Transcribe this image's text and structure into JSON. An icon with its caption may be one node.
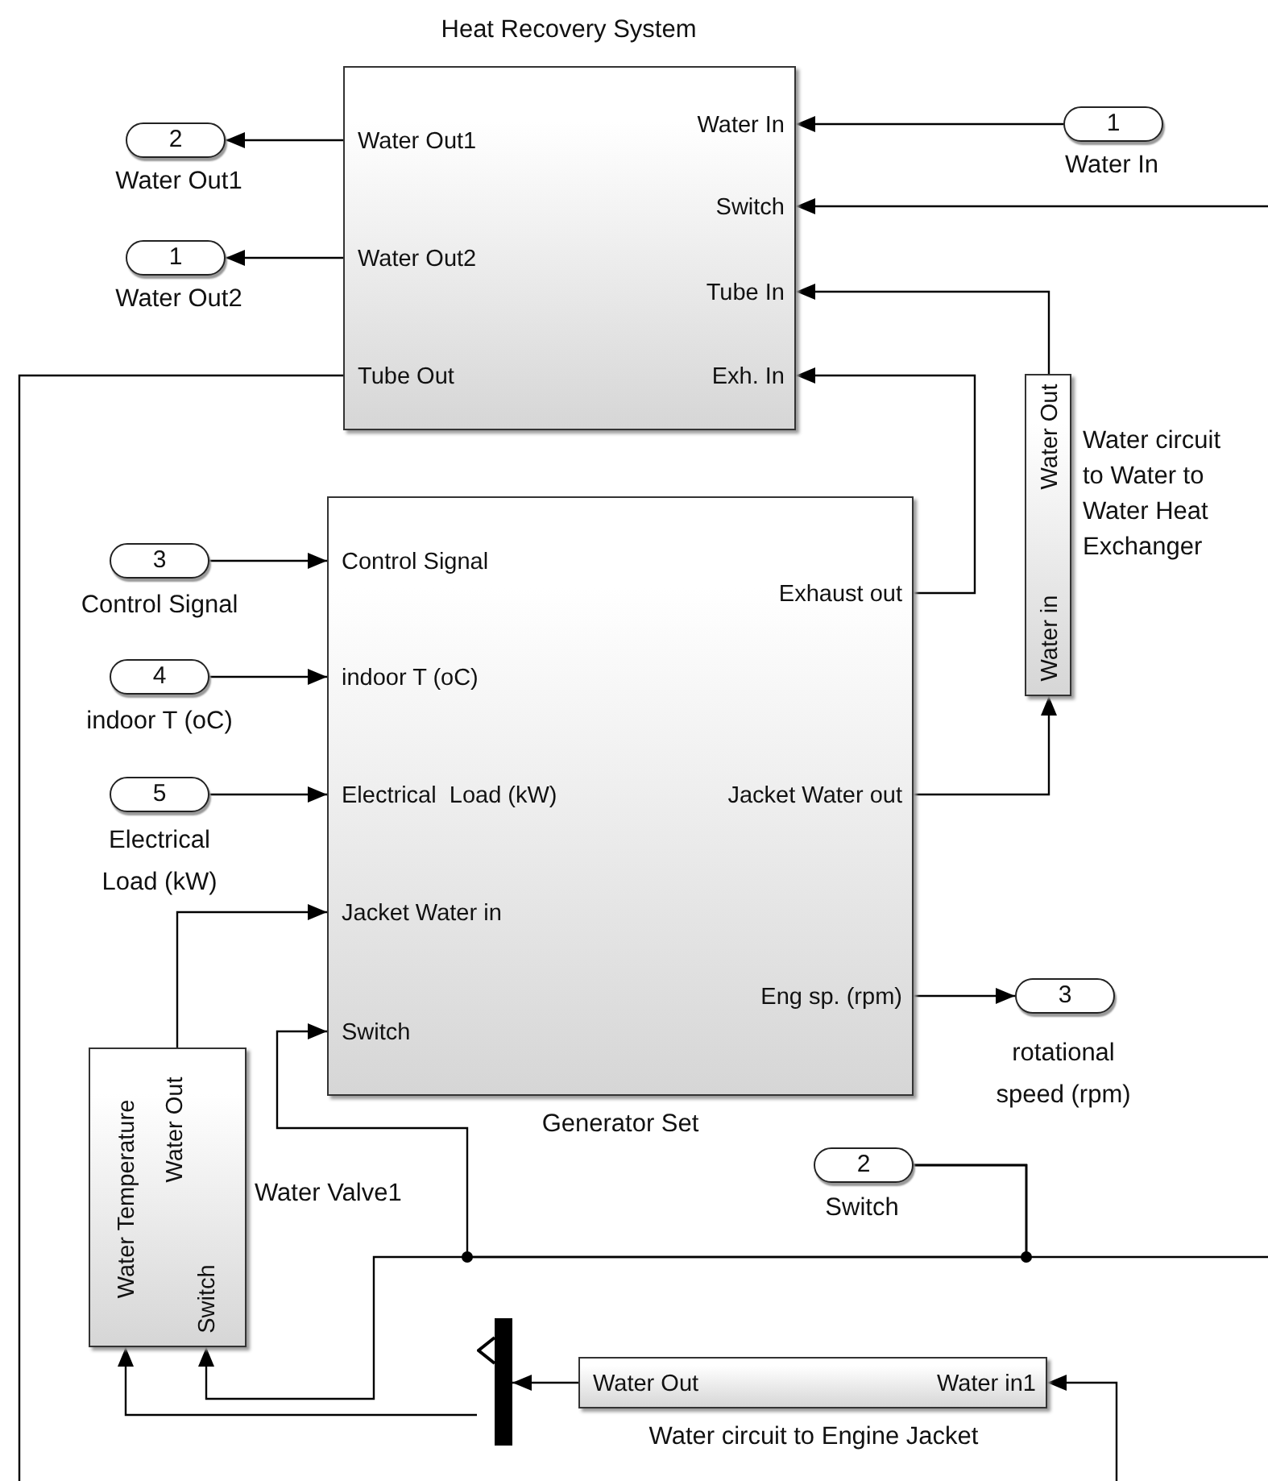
{
  "diagram": {
    "nodes": [
      {
        "text": [
          "Water Out1",
          "Water Out2",
          "Tube Out",
          "Water In",
          "Switch",
          "Tube In",
          "Exh. In"
        ],
        "beside": [
          "Heat Recovery System"
        ]
      },
      {
        "text": [
          "2"
        ],
        "beside": [
          "Water Out1"
        ]
      },
      {
        "text": [
          "1"
        ],
        "beside": [
          "Water Out2"
        ]
      },
      {
        "text": [
          "1"
        ],
        "beside": [
          "Water In"
        ]
      },
      {
        "text": [
          "Water Out",
          "Water in"
        ],
        "beside": [
          "Water circuit to Water to Water Heat Exchanger"
        ]
      },
      {
        "text": [
          "Control Signal",
          "indoor T (oC)",
          "Electrical  Load (kW)",
          "Jacket Water in",
          "Switch",
          "Exhaust out",
          "Jacket Water out",
          "Eng sp. (rpm)"
        ],
        "beside": [
          "Generator Set"
        ]
      },
      {
        "text": [
          "3"
        ],
        "beside": [
          "Control Signal"
        ]
      },
      {
        "text": [
          "4"
        ],
        "beside": [
          "indoor T (oC)"
        ]
      },
      {
        "text": [
          "5"
        ],
        "beside": [
          "Electrical Load (kW)"
        ]
      },
      {
        "text": [
          "3"
        ],
        "beside": [
          "rotational speed (rpm)"
        ]
      },
      {
        "text": [
          "Water Temperature",
          "Water Out",
          "Switch"
        ],
        "beside": [
          "Water Valve1"
        ]
      },
      {
        "text": [
          "2"
        ],
        "beside": [
          "Switch"
        ]
      },
      {
        "text": [],
        "shape": "bar"
      },
      {
        "text": [
          "Water Out",
          "Water in1"
        ],
        "beside": [
          "Water circuit to Engine Jacket"
        ]
      }
    ],
    "edges": [
      {
        "from": 0,
        "to": 1,
        "arrow": "to"
      },
      {
        "from": 0,
        "to": 2,
        "arrow": "to"
      },
      {
        "from": 3,
        "to": 0,
        "arrow": "to"
      },
      {
        "from": null,
        "to": 0,
        "arrow": "to"
      },
      {
        "from": 0,
        "to": null,
        "arrow": "none"
      },
      {
        "from": 5,
        "to": 0,
        "arrow": "to"
      },
      {
        "from": 4,
        "to": 0,
        "arrow": "to"
      },
      {
        "from": 5,
        "to": 4,
        "arrow": "to"
      },
      {
        "from": 6,
        "to": 5,
        "arrow": "to"
      },
      {
        "from": 7,
        "to": 5,
        "arrow": "to"
      },
      {
        "from": 8,
        "to": 5,
        "arrow": "to"
      },
      {
        "from": 5,
        "to": 9,
        "arrow": "to"
      },
      {
        "from": 10,
        "to": 5,
        "arrow": "to"
      },
      {
        "from": 11,
        "to": 5,
        "arrow": "to"
      },
      {
        "from": 11,
        "to": 10,
        "arrow": "to"
      },
      {
        "from": 11,
        "to": null,
        "arrow": "none"
      },
      {
        "from": 13,
        "to": 12,
        "arrow": "to"
      },
      {
        "from": 12,
        "to": 10,
        "arrow": "to"
      },
      {
        "from": null,
        "to": 13,
        "arrow": "to"
      }
    ]
  }
}
